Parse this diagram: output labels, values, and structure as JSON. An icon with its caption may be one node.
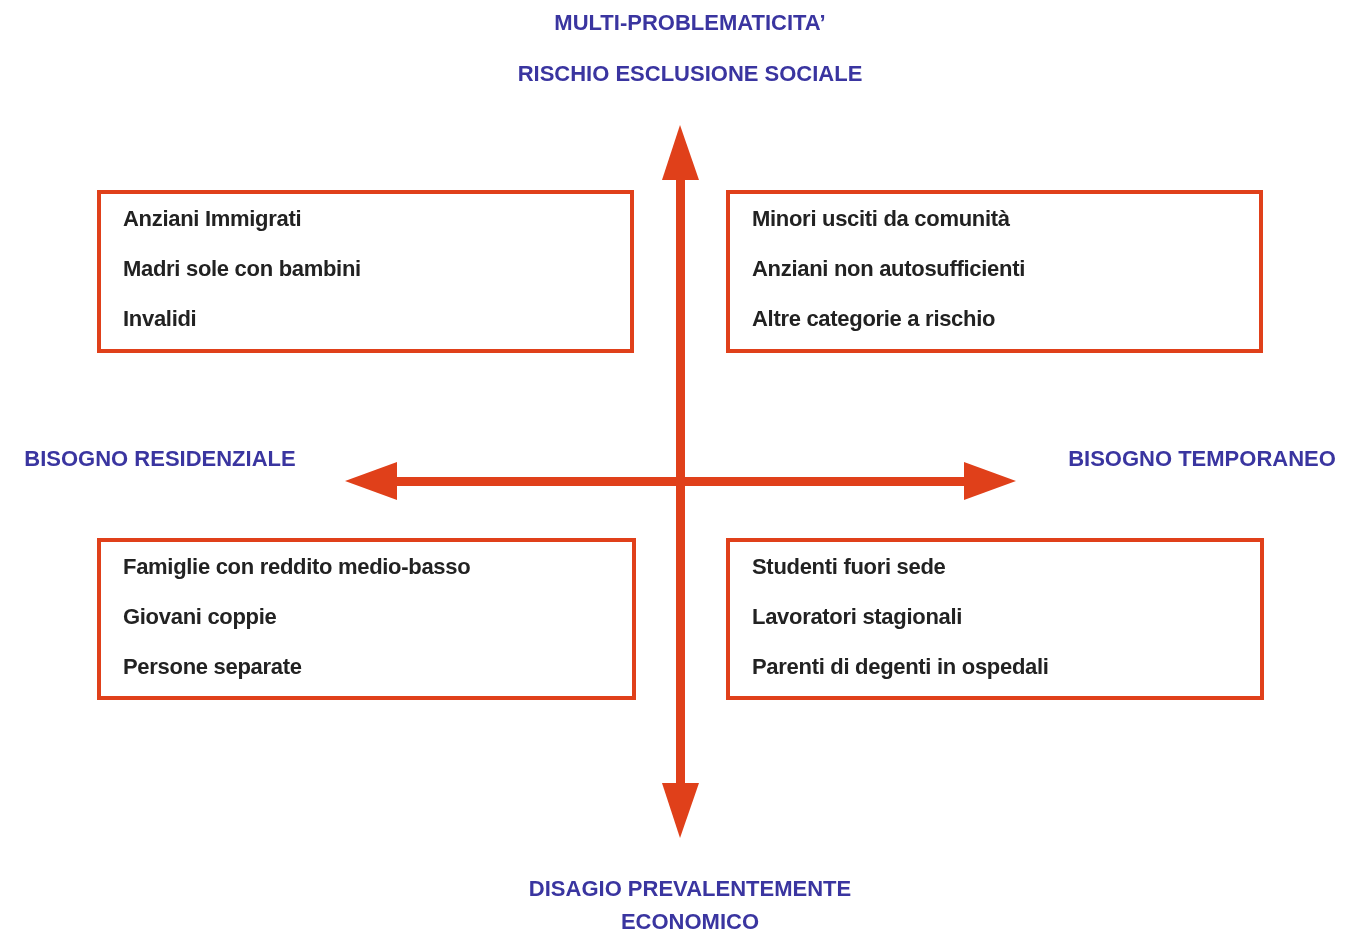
{
  "diagram": {
    "nodes": [
      {
        "text": [
          "Anziani Immigrati",
          "Madri sole con bambini",
          "Invalidi"
        ]
      },
      {
        "text": [
          "Minori usciti da comunità",
          "Anziani non autosufficienti",
          "Altre categorie a rischio"
        ]
      },
      {
        "text": [
          "Famiglie con reddito medio-basso",
          "Giovani coppie",
          "Persone separate"
        ]
      },
      {
        "text": [
          "Studenti fuori sede",
          "Lavoratori stagionali",
          "Parenti di degenti in ospedali"
        ]
      }
    ],
    "labels": [
      "MULTI-PROBLEMATICITA’",
      "RISCHIO ESCLUSIONE SOCIALE",
      "BISOGNO RESIDENZIALE",
      "BISOGNO TEMPORANEO",
      "DISAGIO PREVALENTEMENTE ECONOMICO"
    ]
  }
}
